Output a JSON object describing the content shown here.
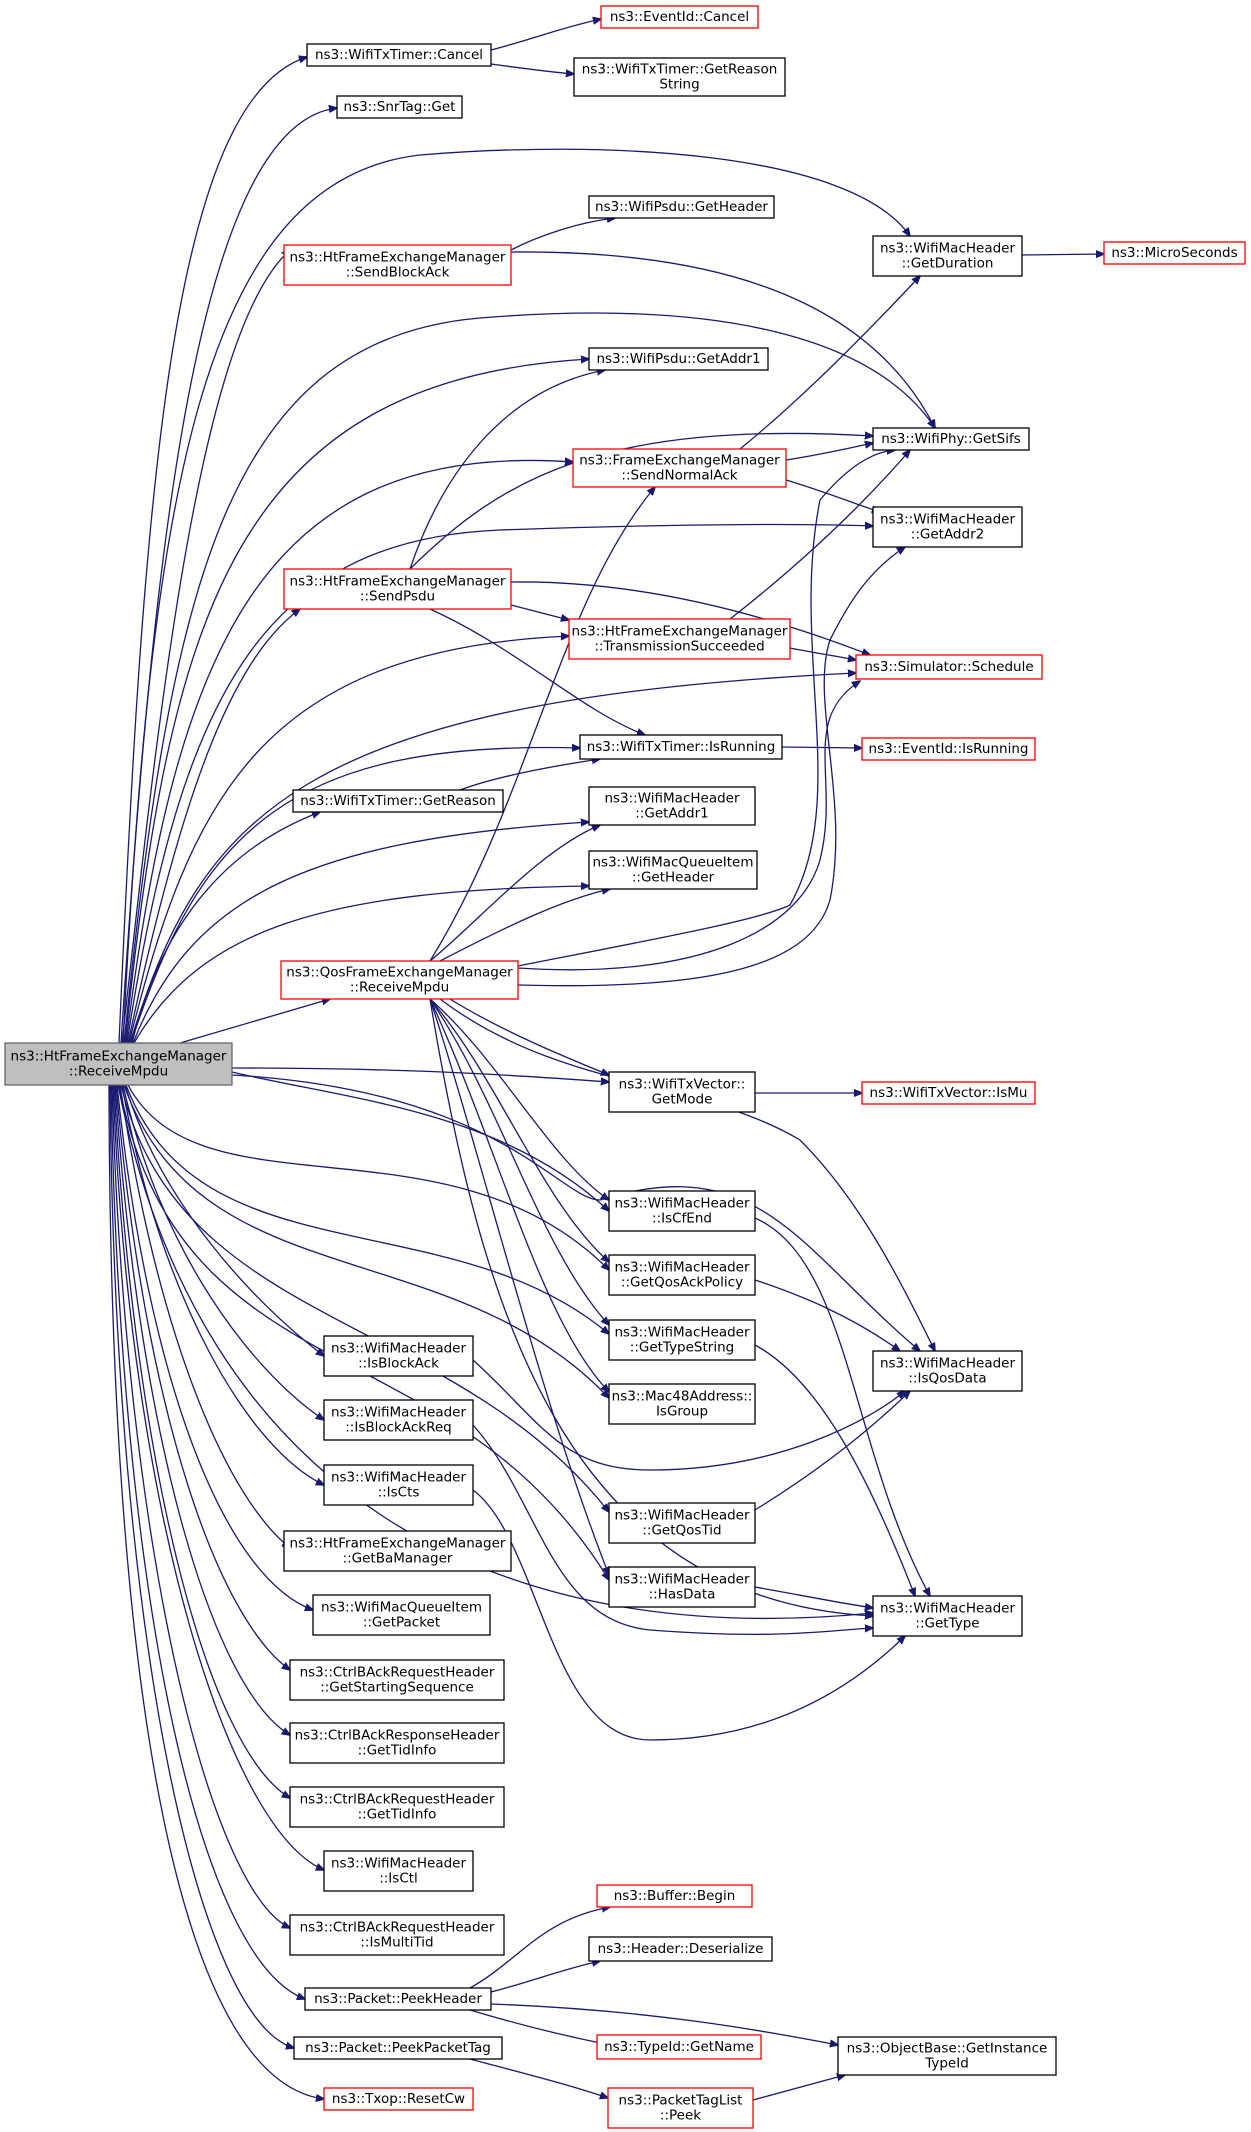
{
  "nodes": [
    {
      "id": "root",
      "lines": [
        "ns3::HtFrameExchangeManager",
        "::ReceiveMpdu"
      ],
      "style": "root"
    },
    {
      "id": "wtt_cancel",
      "lines": [
        "ns3::WifiTxTimer::Cancel"
      ],
      "style": "black"
    },
    {
      "id": "eventid_cancel",
      "lines": [
        "ns3::EventId::Cancel"
      ],
      "style": "red"
    },
    {
      "id": "wtt_getreasonstring",
      "lines": [
        "ns3::WifiTxTimer::GetReason",
        "String"
      ],
      "style": "black"
    },
    {
      "id": "snrtag_get",
      "lines": [
        "ns3::SnrTag::Get"
      ],
      "style": "black"
    },
    {
      "id": "psdu_getheader",
      "lines": [
        "ns3::WifiPsdu::GetHeader"
      ],
      "style": "black"
    },
    {
      "id": "htfem_sendblockack",
      "lines": [
        "ns3::HtFrameExchangeManager",
        "::SendBlockAck"
      ],
      "style": "red"
    },
    {
      "id": "mac_getduration",
      "lines": [
        "ns3::WifiMacHeader",
        "::GetDuration"
      ],
      "style": "black"
    },
    {
      "id": "microseconds",
      "lines": [
        "ns3::MicroSeconds"
      ],
      "style": "red"
    },
    {
      "id": "psdu_getaddr1",
      "lines": [
        "ns3::WifiPsdu::GetAddr1"
      ],
      "style": "black"
    },
    {
      "id": "fem_sendnormalack",
      "lines": [
        "ns3::FrameExchangeManager",
        "::SendNormalAck"
      ],
      "style": "red"
    },
    {
      "id": "phy_getsifs",
      "lines": [
        "ns3::WifiPhy::GetSifs"
      ],
      "style": "black"
    },
    {
      "id": "mac_getaddr2",
      "lines": [
        "ns3::WifiMacHeader",
        "::GetAddr2"
      ],
      "style": "black"
    },
    {
      "id": "htfem_sendpsdu",
      "lines": [
        "ns3::HtFrameExchangeManager",
        "::SendPsdu"
      ],
      "style": "red"
    },
    {
      "id": "htfem_txsucceeded",
      "lines": [
        "ns3::HtFrameExchangeManager",
        "::TransmissionSucceeded"
      ],
      "style": "red"
    },
    {
      "id": "sim_schedule",
      "lines": [
        "ns3::Simulator::Schedule"
      ],
      "style": "red"
    },
    {
      "id": "wtt_isrunning",
      "lines": [
        "ns3::WifiTxTimer::IsRunning"
      ],
      "style": "black"
    },
    {
      "id": "eventid_isrunning",
      "lines": [
        "ns3::EventId::IsRunning"
      ],
      "style": "red"
    },
    {
      "id": "wtt_getreason",
      "lines": [
        "ns3::WifiTxTimer::GetReason"
      ],
      "style": "black"
    },
    {
      "id": "mac_getaddr1",
      "lines": [
        "ns3::WifiMacHeader",
        "::GetAddr1"
      ],
      "style": "black"
    },
    {
      "id": "mqi_getheader",
      "lines": [
        "ns3::WifiMacQueueItem",
        "::GetHeader"
      ],
      "style": "black"
    },
    {
      "id": "qosfem_receivempdu",
      "lines": [
        "ns3::QosFrameExchangeManager",
        "::ReceiveMpdu"
      ],
      "style": "red"
    },
    {
      "id": "txv_getmode",
      "lines": [
        "ns3::WifiTxVector::",
        "GetMode"
      ],
      "style": "black"
    },
    {
      "id": "txv_ismu",
      "lines": [
        "ns3::WifiTxVector::IsMu"
      ],
      "style": "red"
    },
    {
      "id": "mac_iscfend",
      "lines": [
        "ns3::WifiMacHeader",
        "::IsCfEnd"
      ],
      "style": "black"
    },
    {
      "id": "mac_getqosackpolicy",
      "lines": [
        "ns3::WifiMacHeader",
        "::GetQosAckPolicy"
      ],
      "style": "black"
    },
    {
      "id": "mac_gettypestring",
      "lines": [
        "ns3::WifiMacHeader",
        "::GetTypeString"
      ],
      "style": "black"
    },
    {
      "id": "mac_isqosdata",
      "lines": [
        "ns3::WifiMacHeader",
        "::IsQosData"
      ],
      "style": "black"
    },
    {
      "id": "mac_isblockack",
      "lines": [
        "ns3::WifiMacHeader",
        "::IsBlockAck"
      ],
      "style": "black"
    },
    {
      "id": "mac48_isgroup",
      "lines": [
        "ns3::Mac48Address::",
        "IsGroup"
      ],
      "style": "black"
    },
    {
      "id": "mac_isblockackreq",
      "lines": [
        "ns3::WifiMacHeader",
        "::IsBlockAckReq"
      ],
      "style": "black"
    },
    {
      "id": "mac_iscts",
      "lines": [
        "ns3::WifiMacHeader",
        "::IsCts"
      ],
      "style": "black"
    },
    {
      "id": "mac_getqostid",
      "lines": [
        "ns3::WifiMacHeader",
        "::GetQosTid"
      ],
      "style": "black"
    },
    {
      "id": "htfem_getbamanager",
      "lines": [
        "ns3::HtFrameExchangeManager",
        "::GetBaManager"
      ],
      "style": "black"
    },
    {
      "id": "mac_hasdata",
      "lines": [
        "ns3::WifiMacHeader",
        "::HasData"
      ],
      "style": "black"
    },
    {
      "id": "mac_gettype",
      "lines": [
        "ns3::WifiMacHeader",
        "::GetType"
      ],
      "style": "black"
    },
    {
      "id": "mqi_getpacket",
      "lines": [
        "ns3::WifiMacQueueItem",
        "::GetPacket"
      ],
      "style": "black"
    },
    {
      "id": "barh_getstartseq",
      "lines": [
        "ns3::CtrlBAckRequestHeader",
        "::GetStartingSequence"
      ],
      "style": "black"
    },
    {
      "id": "barsp_gettidinfo",
      "lines": [
        "ns3::CtrlBAckResponseHeader",
        "::GetTidInfo"
      ],
      "style": "black"
    },
    {
      "id": "barh_gettidinfo",
      "lines": [
        "ns3::CtrlBAckRequestHeader",
        "::GetTidInfo"
      ],
      "style": "black"
    },
    {
      "id": "mac_isctl",
      "lines": [
        "ns3::WifiMacHeader",
        "::IsCtl"
      ],
      "style": "black"
    },
    {
      "id": "buffer_begin",
      "lines": [
        "ns3::Buffer::Begin"
      ],
      "style": "red"
    },
    {
      "id": "barh_ismultitid",
      "lines": [
        "ns3::CtrlBAckRequestHeader",
        "::IsMultiTid"
      ],
      "style": "black"
    },
    {
      "id": "header_deserialize",
      "lines": [
        "ns3::Header::Deserialize"
      ],
      "style": "black"
    },
    {
      "id": "packet_peekheader",
      "lines": [
        "ns3::Packet::PeekHeader"
      ],
      "style": "black"
    },
    {
      "id": "typeid_getname",
      "lines": [
        "ns3::TypeId::GetName"
      ],
      "style": "red"
    },
    {
      "id": "objbase_getinstancetypeid",
      "lines": [
        "ns3::ObjectBase::GetInstance",
        "TypeId"
      ],
      "style": "black"
    },
    {
      "id": "packet_peekpackettag",
      "lines": [
        "ns3::Packet::PeekPacketTag"
      ],
      "style": "black"
    },
    {
      "id": "packettaglist_peek",
      "lines": [
        "ns3::PacketTagList",
        "::Peek"
      ],
      "style": "red"
    },
    {
      "id": "txop_resetcw",
      "lines": [
        "ns3::Txop::ResetCw"
      ],
      "style": "red"
    }
  ]
}
